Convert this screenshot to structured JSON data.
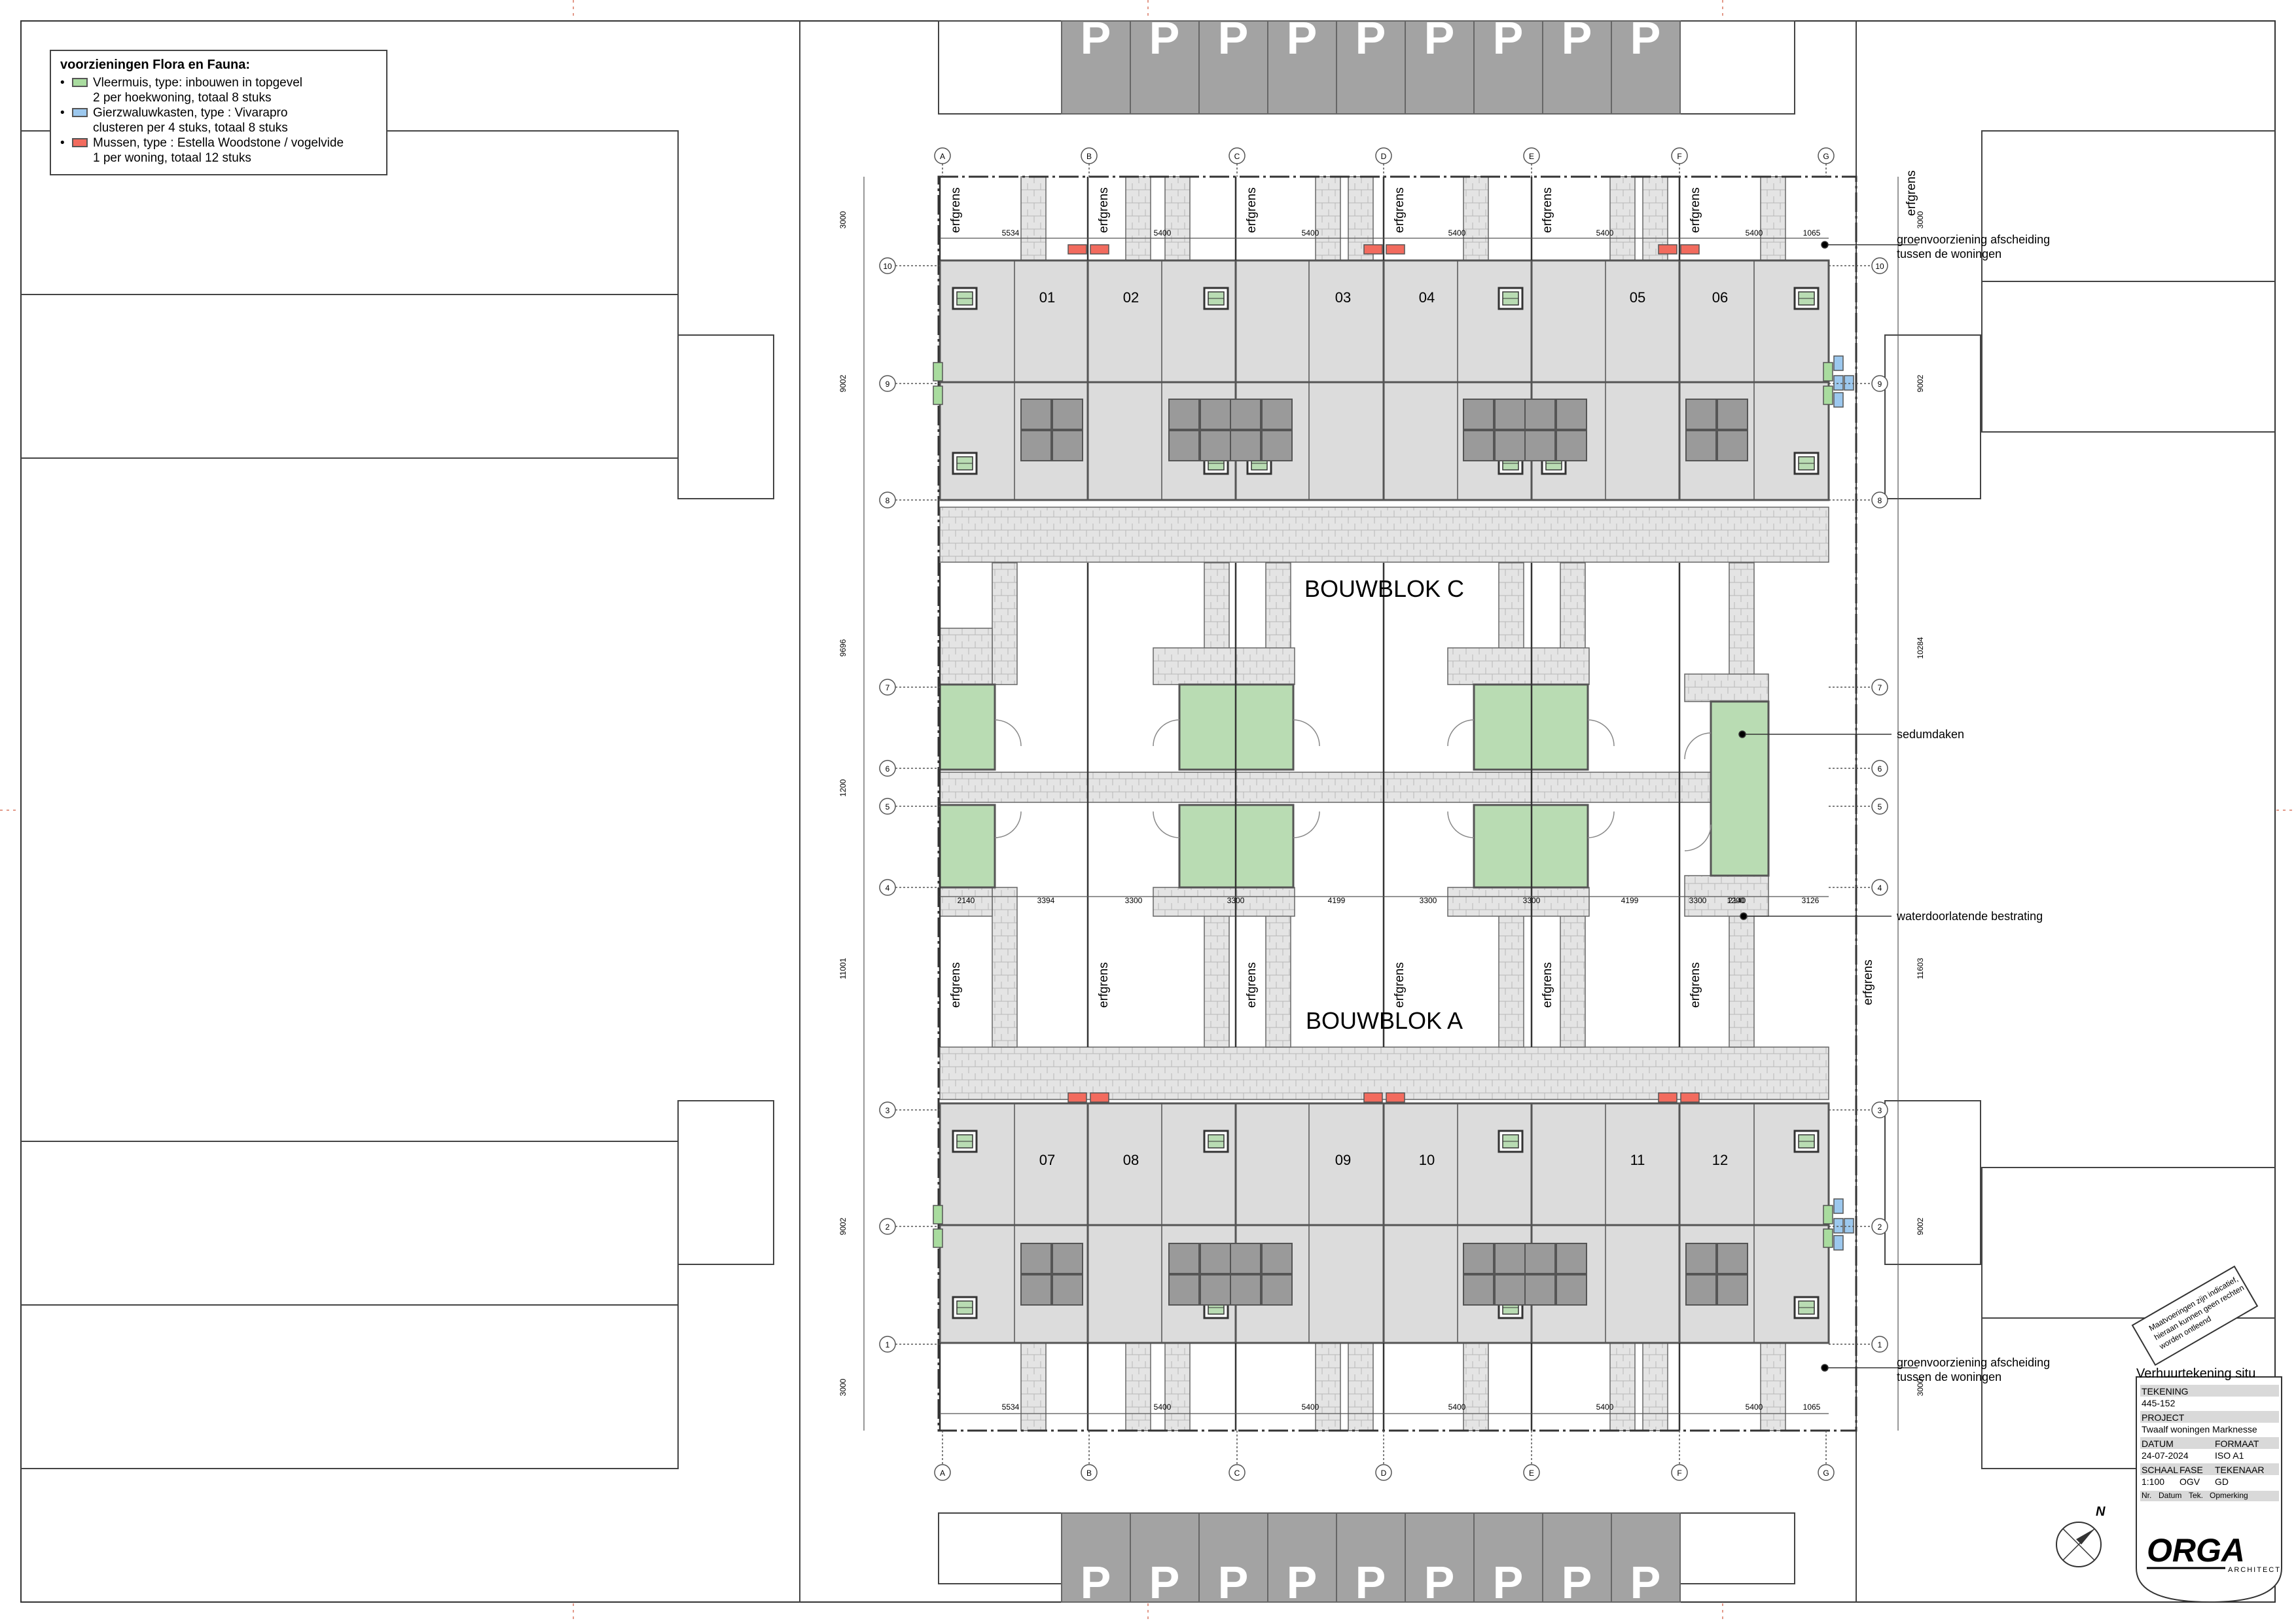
{
  "legend": {
    "title": "voorzieningen Flora en Fauna:",
    "items": [
      {
        "color": "#a9dc9f",
        "line1": "Vleermuis, type: inbouwen in topgevel",
        "line2": "2 per hoekwoning, totaal 8 stuks"
      },
      {
        "color": "#9cc8ee",
        "line1": "Gierzwaluwkasten, type : Vivarapro",
        "line2": "clusteren per 4 stuks, totaal 8 stuks"
      },
      {
        "color": "#f26b5e",
        "line1": "Mussen, type : Estella Woodstone / vogelvide",
        "line2": "1 per woning, totaal 12 stuks"
      }
    ]
  },
  "parking": {
    "label": "P"
  },
  "grid_cols": [
    "A",
    "B",
    "C",
    "D",
    "E",
    "F",
    "G"
  ],
  "grid_rows": [
    "10",
    "9",
    "8",
    "7",
    "6",
    "5",
    "4",
    "3",
    "2",
    "1"
  ],
  "units_top": [
    "01",
    "02",
    "03",
    "04",
    "05",
    "06"
  ],
  "units_bottom": [
    "07",
    "08",
    "09",
    "10",
    "11",
    "12"
  ],
  "blocks": {
    "c": "BOUWBLOK C",
    "a": "BOUWBLOK A"
  },
  "erfgrens": "erfgrens",
  "dims": {
    "top": [
      "5534",
      "5400",
      "5400",
      "5400",
      "5400",
      "5400",
      "1065"
    ],
    "bottom": [
      "5534",
      "5400",
      "5400",
      "5400",
      "5400",
      "5400",
      "1065"
    ],
    "mid": [
      "2140",
      "3394",
      "3300",
      "3300",
      "4199",
      "3300",
      "3300",
      "4199",
      "3300",
      "1200",
      "2140",
      "3126"
    ],
    "left": [
      "3000",
      "9002",
      "9696",
      "1200",
      "11001",
      "9002",
      "3000"
    ],
    "right": [
      "3000",
      "9002",
      "10284",
      "11603",
      "9002",
      "3000"
    ]
  },
  "annotations": {
    "groen_top_1": "groenvoorziening afscheiding",
    "groen_top_2": "tussen de woningen",
    "sedum": "sedumdaken",
    "bestrating": "waterdoorlatende bestrating",
    "groen_bot_1": "groenvoorziening afscheiding",
    "groen_bot_2": "tussen de woningen"
  },
  "disclaimer": [
    "Maatvoeringen zijn indicatief,",
    "hieraan kunnen geen rechten",
    "worden ontleend"
  ],
  "stamp": {
    "title": "Verhuurtekening situ",
    "tekening_label": "TEKENING",
    "tekening": "445-152",
    "project_label": "PROJECT",
    "project": "Twaalf woningen Marknesse",
    "datum_label": "DATUM",
    "formaat_label": "FORMAAT",
    "datum": "24-07-2024",
    "formaat": "ISO A1",
    "schaal_label": "SCHAAL",
    "fase_label": "FASE",
    "tekenaar_label": "TEKENAAR",
    "schaal": "1:100",
    "fase": "OGV",
    "tekenaar": "GD",
    "rev_nr": "Nr.",
    "rev_datum": "Datum",
    "rev_tek": "Tek.",
    "rev_opm": "Opmerking"
  },
  "north": "N",
  "logo": {
    "text": "ORGA",
    "sub": "ARCHITECT"
  },
  "colors": {
    "green": "#b9dcb3",
    "red": "#f26b5e",
    "blue": "#9cc8ee",
    "wall": "#555555",
    "paving": "#e4e4e4",
    "room": "#dcdcdc",
    "parking": "#a3a3a3"
  }
}
